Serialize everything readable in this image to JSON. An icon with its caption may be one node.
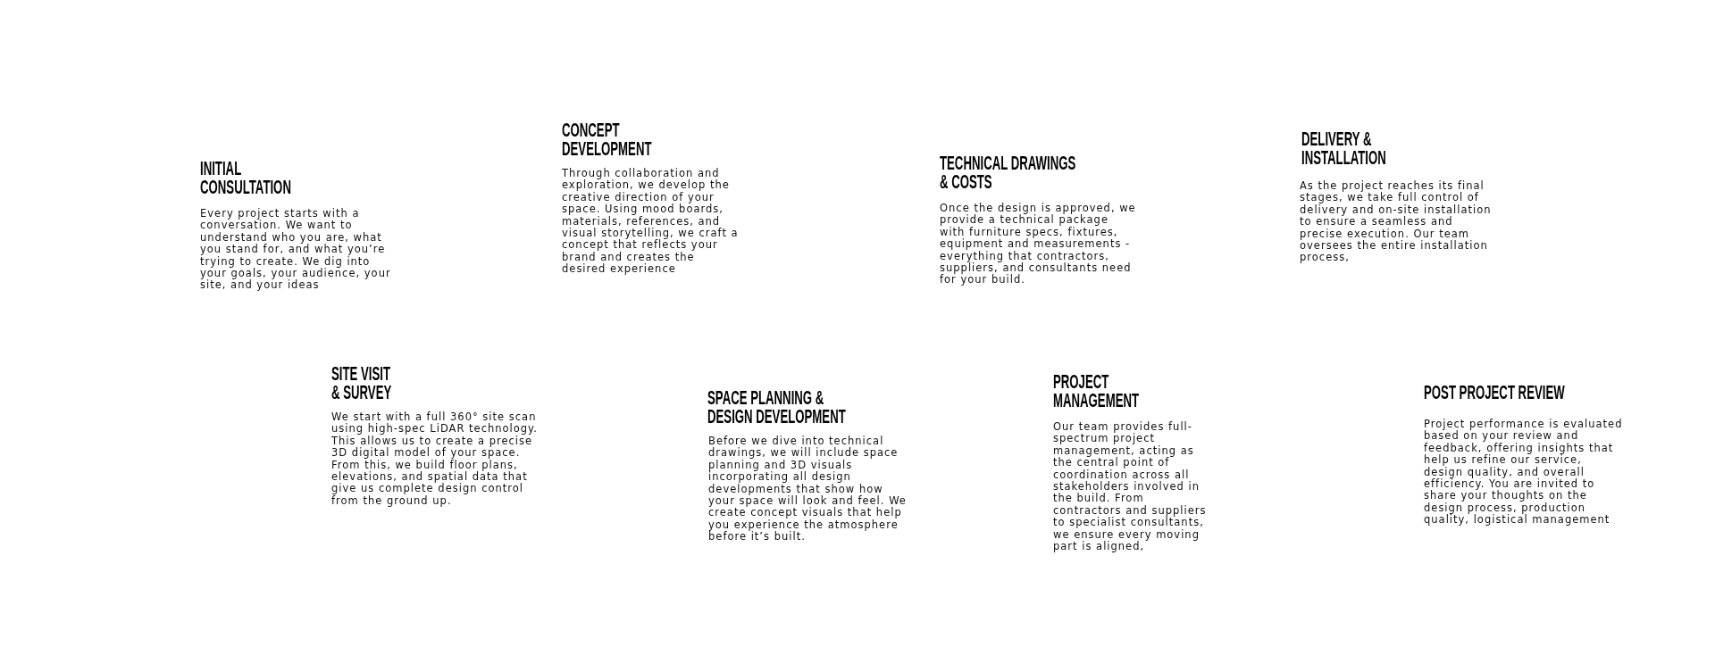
{
  "diagram": {
    "labels": [
      "INITIAL CONSULTATION",
      "Every project starts with a conversation. We want to understand who you are, what you stand for, and what you’re trying to create. We dig into your goals, your audience, your site, and your ideas",
      "SITE VISIT & SURVEY",
      "We start with a full 360° site scan using high-spec LiDAR technology. This allows us to create a precise 3D digital model of your space. From this, we build floor plans, elevations, and spatial data that give us complete design control from the ground up.",
      "CONCEPT DEVELOPMENT",
      "Through collaboration and exploration, we develop the creative direction of your space. Using mood boards, materials, references, and visual storytelling, we craft a concept that reflects your brand and creates the desired experience",
      "SPACE PLANNING & DESIGN DEVELOPMENT",
      "Before we dive into technical drawings, we will include space planning and 3D visuals incorporating all design developments that show how your space will look and feel. We create concept visuals that help you experience the atmosphere before it’s built.",
      "TECHNICAL DRAWINGS & COSTS",
      "Once the design is approved, we provide a technical package with furniture specs, fixtures, equipment and measurements - everything that contractors, suppliers, and consultants need for your build.",
      "PROJECT MANAGEMENT",
      "Our team provides full-spectrum project management, acting as the central point of coordination across all stakeholders involved in the build. From contractors and suppliers to specialist consultants, we ensure every moving part is aligned,",
      "DELIVERY & INSTALLATION",
      "As the project reaches its final stages, we take full control of delivery and on-site installation to ensure a seamless and precise execution. Our team oversees the entire installation process,",
      "POST PROJECT REVIEW",
      "Project performance is evaluated based on your review and feedback, offering insights that help us refine our service, design quality, and overall efficiency. You are invited to share your thoughts on the design process, production quality, logistical management"
    ]
  }
}
